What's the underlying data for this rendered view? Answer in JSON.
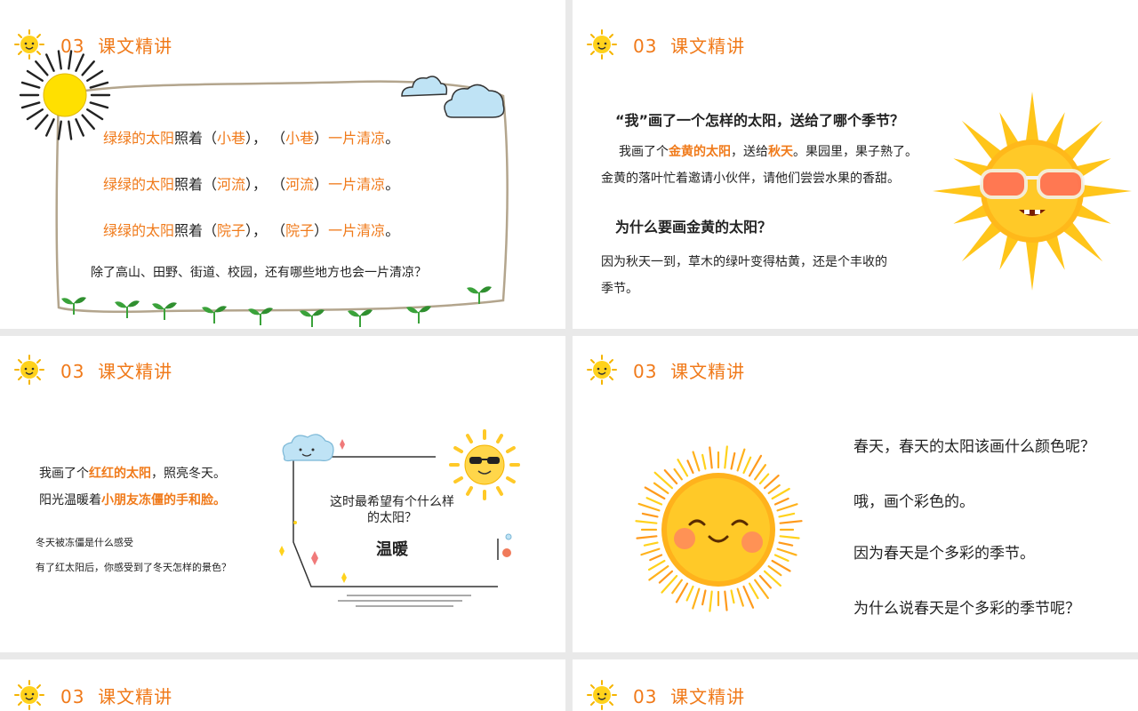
{
  "header": {
    "number": "03",
    "title": "课文精讲"
  },
  "slide1": {
    "line1": {
      "a": "绿绿的太阳",
      "b": "照着（",
      "c": "小巷",
      "d": "），  （",
      "e": "小巷",
      "f": "）",
      "g": "一片清凉",
      "h": "。"
    },
    "line2": {
      "a": "绿绿的太阳",
      "b": "照着（",
      "c": "河流",
      "d": "），  （",
      "e": "河流",
      "f": "）",
      "g": "一片清凉",
      "h": "。"
    },
    "line3": {
      "a": "绿绿的太阳",
      "b": "照着（",
      "c": "院子",
      "d": "），  （",
      "e": "院子",
      "f": "）",
      "g": "一片清凉",
      "h": "。"
    },
    "question": "除了高山、田野、街道、校园，还有哪些地方也会一片清凉？"
  },
  "slide2": {
    "q1": "“我”画了一个怎样的太阳，送给了哪个季节？",
    "a1": {
      "p1": "我画了个",
      "p2": "金黄的太阳",
      "p3": "，送给",
      "p4": "秋天",
      "p5": "。果园里，果子熟了。",
      "line2": "金黄的落叶忙着邀请小伙伴，请他们尝尝水果的香甜。"
    },
    "q2": "为什么要画金黄的太阳？",
    "a2": {
      "line1": "因为秋天一到，草木的绿叶变得枯黄，还是个丰收的",
      "line2": "季节。"
    }
  },
  "slide3": {
    "l1": {
      "p1": "我画了个",
      "p2": "红红的太阳",
      "p3": "，照亮冬天。"
    },
    "l2": {
      "p1": "阳光温暖着",
      "p2": "小朋友冻僵的手和脸。"
    },
    "s1": "冬天被冻僵是什么感受",
    "s2": "有了红太阳后，你感受到了冬天怎样的景色？",
    "box_q1": "这时最希望有个什么样",
    "box_q2": "的太阳？",
    "box_answer": "温暖"
  },
  "slide4": {
    "l1": "春天，春天的太阳该画什么颜色呢？",
    "l2": "哦，画个彩色的。",
    "l3": "因为春天是个多彩的季节。",
    "l4": "为什么说春天是个多彩的季节呢？"
  },
  "colors": {
    "accent": "#f07a1a",
    "sun_yellow": "#ffd21c",
    "leaf_green": "#3aa23a",
    "frame_brown": "#b3a58d",
    "cloud_blue": "#bfe3f5"
  }
}
